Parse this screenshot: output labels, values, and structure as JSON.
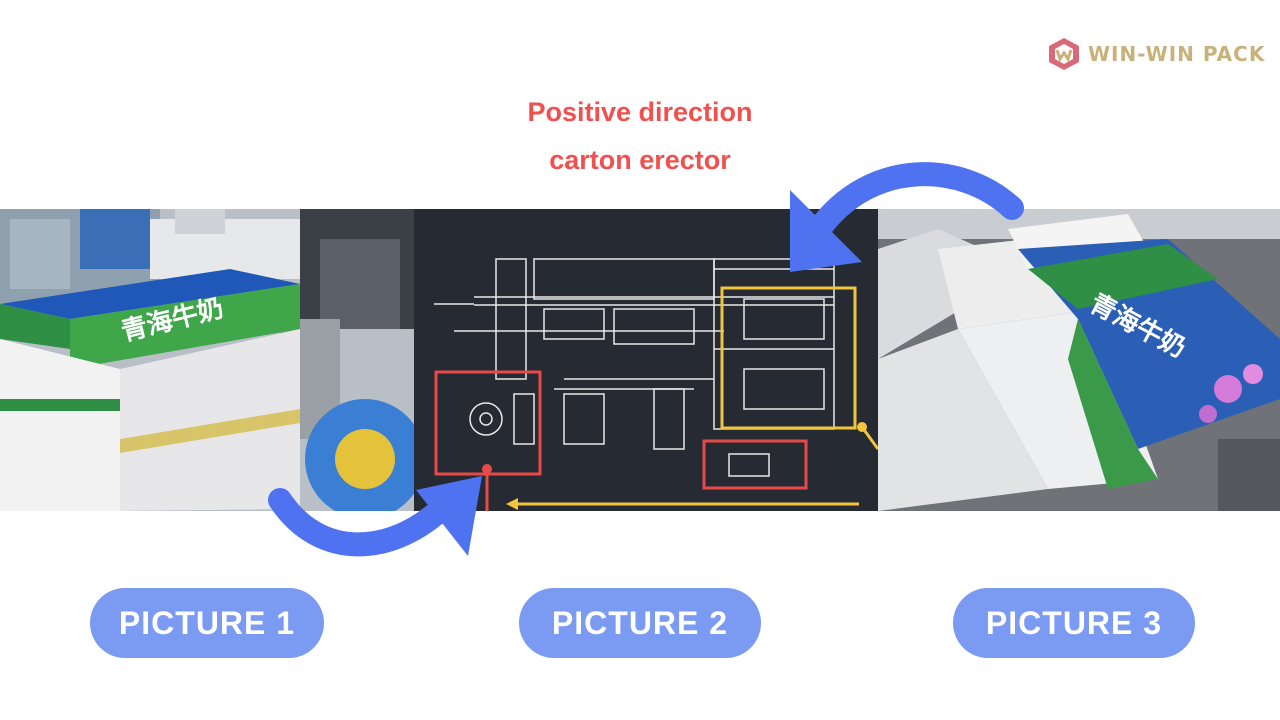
{
  "brand": {
    "name": "WIN-WIN PACK"
  },
  "headline": {
    "line1": "Positive direction",
    "line2": "carton erector"
  },
  "pictures": [
    {
      "label": "PICTURE 1",
      "carton_text": "青海牛奶"
    },
    {
      "label": "PICTURE 2"
    },
    {
      "label": "PICTURE 3",
      "carton_text": "青海牛奶"
    }
  ],
  "colors": {
    "headline": "#f0504f",
    "pill": "#7b9af2",
    "arrow": "#4f73f0",
    "brand": "#c9b27a",
    "drawing_bg": "#262b33",
    "drawing_red": "#e84a4a",
    "drawing_yellow": "#f2c53d"
  },
  "icons": [
    "win-win-pack-logo-icon",
    "curved-arrow-icon"
  ]
}
